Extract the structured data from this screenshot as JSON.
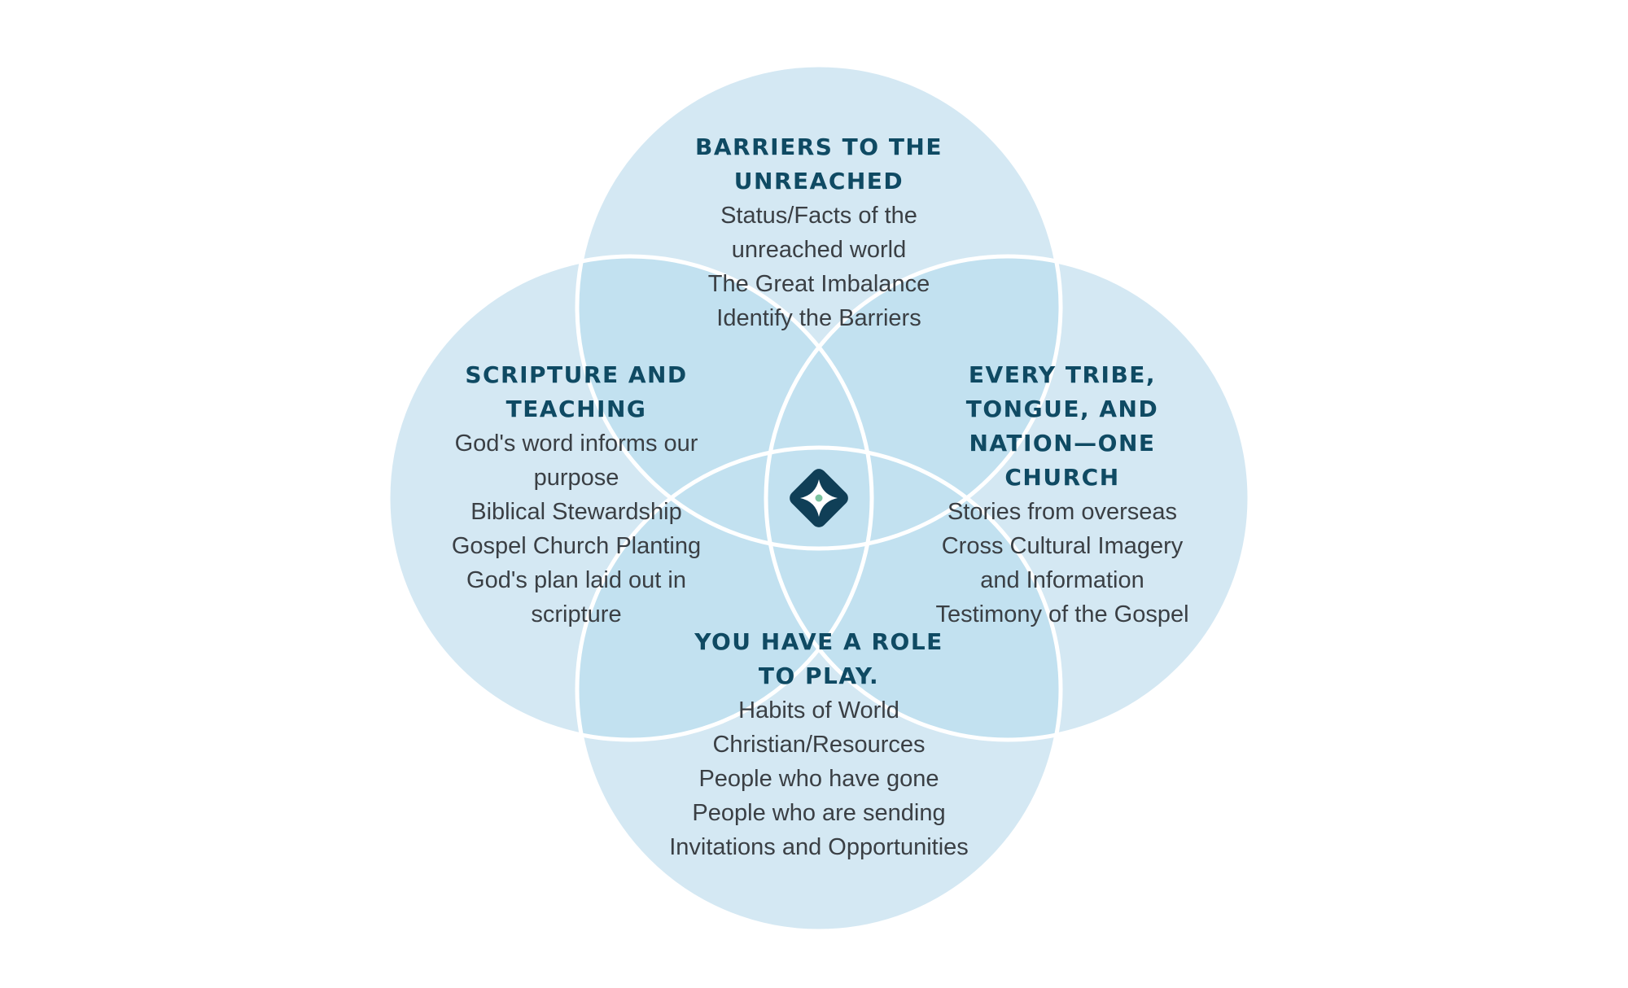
{
  "colors": {
    "circle_fill": "#d4e8f3",
    "overlap_fill": "#c2e1f0",
    "outline": "#ffffff",
    "heading": "#0f4a63",
    "text": "#3a3f44",
    "center_icon": "#103f57",
    "center_dot": "#7cc3a0"
  },
  "center_icon_name": "compass-star-diamond-icon",
  "top": {
    "heading_lines": [
      "BARRIERS TO THE",
      "UNREACHED"
    ],
    "items": [
      "Status/Facts of the",
      "unreached world",
      "The Great Imbalance",
      "Identify the Barriers"
    ]
  },
  "left": {
    "heading_lines": [
      "SCRIPTURE AND",
      "TEACHING"
    ],
    "items": [
      "God's word informs our",
      "purpose",
      "Biblical Stewardship",
      "Gospel Church Planting",
      "God's plan laid out in",
      "scripture"
    ]
  },
  "right": {
    "heading_lines": [
      "EVERY TRIBE,",
      "TONGUE, AND",
      "NATION—ONE",
      "CHURCH"
    ],
    "items": [
      "Stories from overseas",
      "Cross Cultural Imagery",
      "and Information",
      "Testimony of the Gospel"
    ]
  },
  "bottom": {
    "heading_lines": [
      "YOU HAVE A ROLE",
      "TO PLAY."
    ],
    "items": [
      "Habits of World",
      "Christian/Resources",
      "People who have gone",
      "People who are sending",
      "Invitations and Opportunities"
    ]
  }
}
